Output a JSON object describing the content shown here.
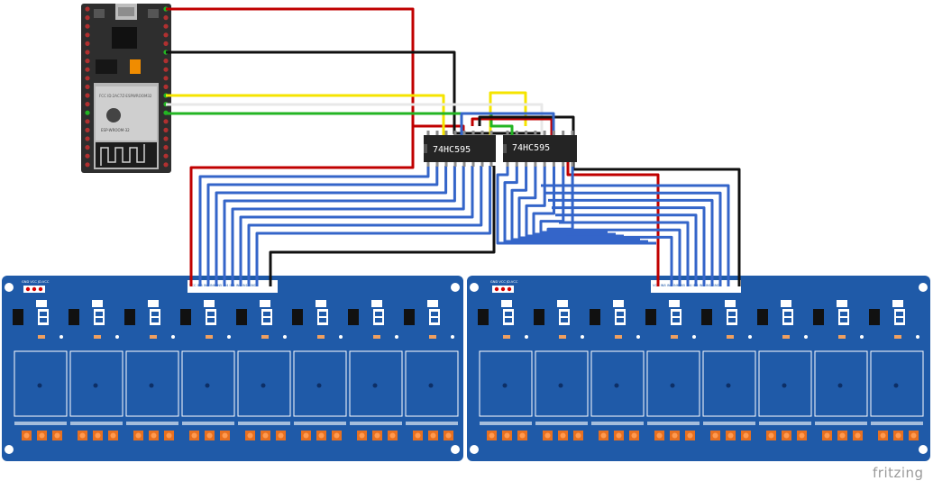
{
  "chips": [
    {
      "label": "74HC595"
    },
    {
      "label": "74HC595"
    }
  ],
  "mcu": {
    "shield_text": "ESP-WROOM-32",
    "fcc_text": "FCC ID:2AC7Z-ESPWROOM32"
  },
  "relay_boards": [
    {
      "header_text": "GND VCC JD-VCC",
      "pin_text": "VCC IN8 IN7 IN6 IN5 IN4 IN3 IN2 IN1 GND"
    },
    {
      "header_text": "GND VCC JD-VCC",
      "pin_text": "VCC IN8 IN7 IN6 IN5 IN4 IN3 IN2 IN1 GND"
    }
  ],
  "brand": "fritzing",
  "colors": {
    "wire_red": "#c00000",
    "wire_black": "#111111",
    "wire_yellow": "#f5e400",
    "wire_white": "#e8e8e8",
    "wire_green": "#23b523",
    "wire_blue": "#3465c9",
    "board_blue": "#1f5aa8",
    "pcb_dark": "#2e2e2e"
  }
}
